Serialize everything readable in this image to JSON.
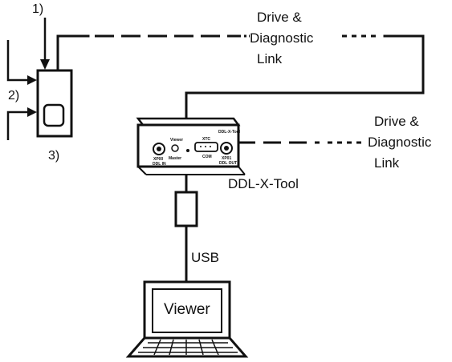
{
  "labels": {
    "marker_1": "1)",
    "marker_2": "2)",
    "marker_3": "3)",
    "link_top_line1": "Drive &",
    "link_top_line2": "Diagnostic",
    "link_top_line3": "Link",
    "link_right_line1": "Drive &",
    "link_right_line2": "Diagnostic",
    "link_right_line3": "Link",
    "device_caption": "DDL-X-Tool",
    "usb": "USB",
    "viewer": "Viewer"
  },
  "device_panel": {
    "title": "DDL-X-Tool",
    "viewer_led": "Viewer",
    "master_led": "Master",
    "port_left_line1": "XP00",
    "port_left_line2": "DDL IN",
    "port_mid_top": "XTC",
    "port_mid_bottom": "COM",
    "port_right_line1": "XP01",
    "port_right_line2": "DDL OUT"
  }
}
